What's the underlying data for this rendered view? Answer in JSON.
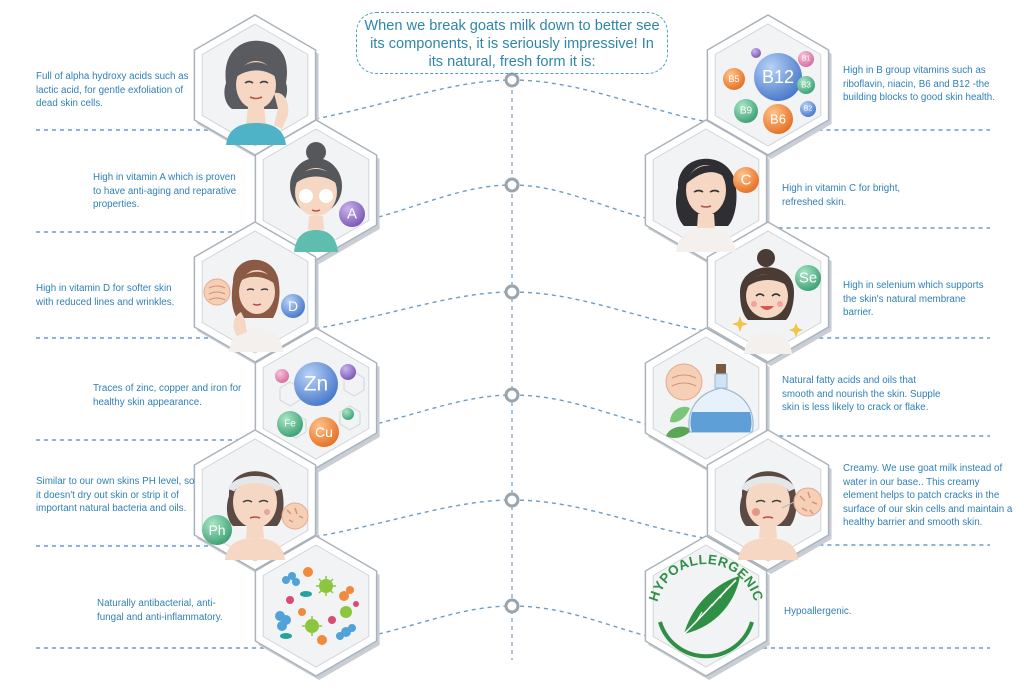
{
  "title": "When we break goats milk down to better see its components, it is seriously impressive! In its natural, fresh form it is:",
  "colors": {
    "accent_text": "#2f80b6",
    "dashed_line": "#6d9cc4",
    "skin": "#f6d7c3",
    "hair": "#56575b",
    "vitamin_purple": "#8f6bc2",
    "vitamin_orange": "#f08a3c",
    "vitamin_green": "#5fb88e",
    "vitamin_blue": "#5e8fd6",
    "leaf_green": "#3f9d57"
  },
  "left_items": [
    {
      "caption": "Full of alpha hydroxy acids such as lactic acid, for gentle exfoliation of dead skin cells.",
      "icon": "woman-touching-face-icon"
    },
    {
      "caption": "High in vitamin A which is proven to have anti-aging and reparative properties.",
      "icon": "woman-with-bun-icon",
      "badge": "A"
    },
    {
      "caption": "High in vitamin D for softer skin with reduced lines and wrinkles.",
      "icon": "woman-wrinkles-icon",
      "badge": "D"
    },
    {
      "caption": "Traces of zinc, copper and iron for healthy skin appearance.",
      "icon": "minerals-icon",
      "badges": [
        "Zn",
        "Fe",
        "Cu"
      ]
    },
    {
      "caption": "Similar to our own skins PH level, so it doesn't dry out skin or strip it of important natural bacteria and oils.",
      "icon": "woman-headband-icon",
      "badge": "Ph"
    },
    {
      "caption": "Naturally antibacterial, anti-fungal and anti-inflammatory.",
      "icon": "bacteria-icon"
    }
  ],
  "right_items": [
    {
      "caption": "High in B group vitamins such as riboflavin, niacin, B6 and B12 -the building blocks to good skin health.",
      "icon": "b-vitamins-icon",
      "badges": [
        "B12",
        "B1",
        "B5",
        "B3",
        "B9",
        "B6",
        "B2"
      ]
    },
    {
      "caption": "High in vitamin C for bright, refreshed skin.",
      "icon": "woman-dark-hair-icon",
      "badge": "C"
    },
    {
      "caption": "High in selenium which supports the skin's natural membrane barrier.",
      "icon": "happy-girl-icon",
      "badge": "Se"
    },
    {
      "caption": "Natural fatty acids and oils that smooth and nourish the skin. Supple skin is less likely to crack or flake.",
      "icon": "oil-bottle-icon"
    },
    {
      "caption": "Creamy. We use goat milk instead of water in our base.. This creamy element helps to patch cracks in the surface of our skin cells and maintain a healthy barrier and smooth skin.",
      "icon": "woman-skin-patch-icon"
    },
    {
      "caption": "Hypoallergenic.",
      "icon": "hypoallergenic-seal-icon",
      "seal_text": "HYPOALLERGENIC"
    }
  ]
}
